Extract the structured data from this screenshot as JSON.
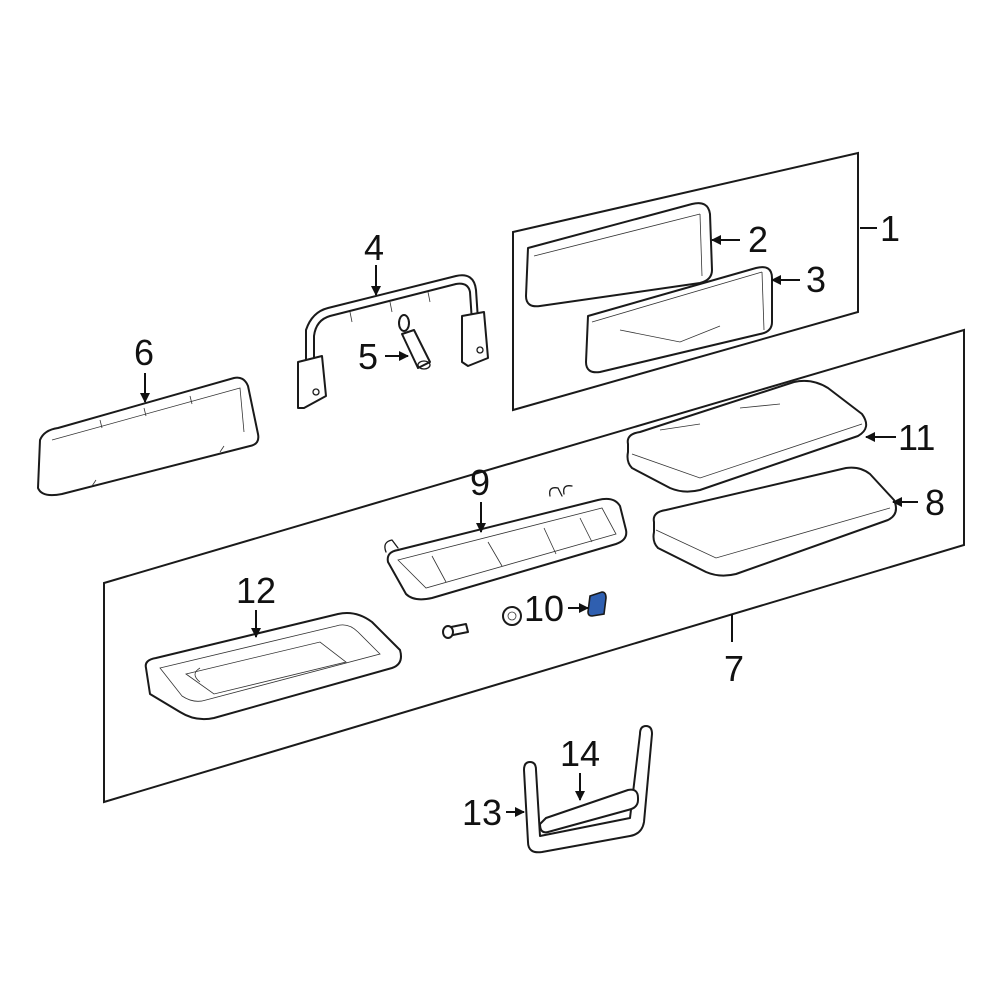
{
  "colors": {
    "line": "#1a1a1a",
    "highlight_fill": "#2f5fb0",
    "background": "#ffffff"
  },
  "callouts": {
    "c1": "1",
    "c2": "2",
    "c3": "3",
    "c4": "4",
    "c5": "5",
    "c6": "6",
    "c7": "7",
    "c8": "8",
    "c9": "9",
    "c10": "10",
    "c11": "11",
    "c12": "12",
    "c13": "13",
    "c14": "14"
  }
}
